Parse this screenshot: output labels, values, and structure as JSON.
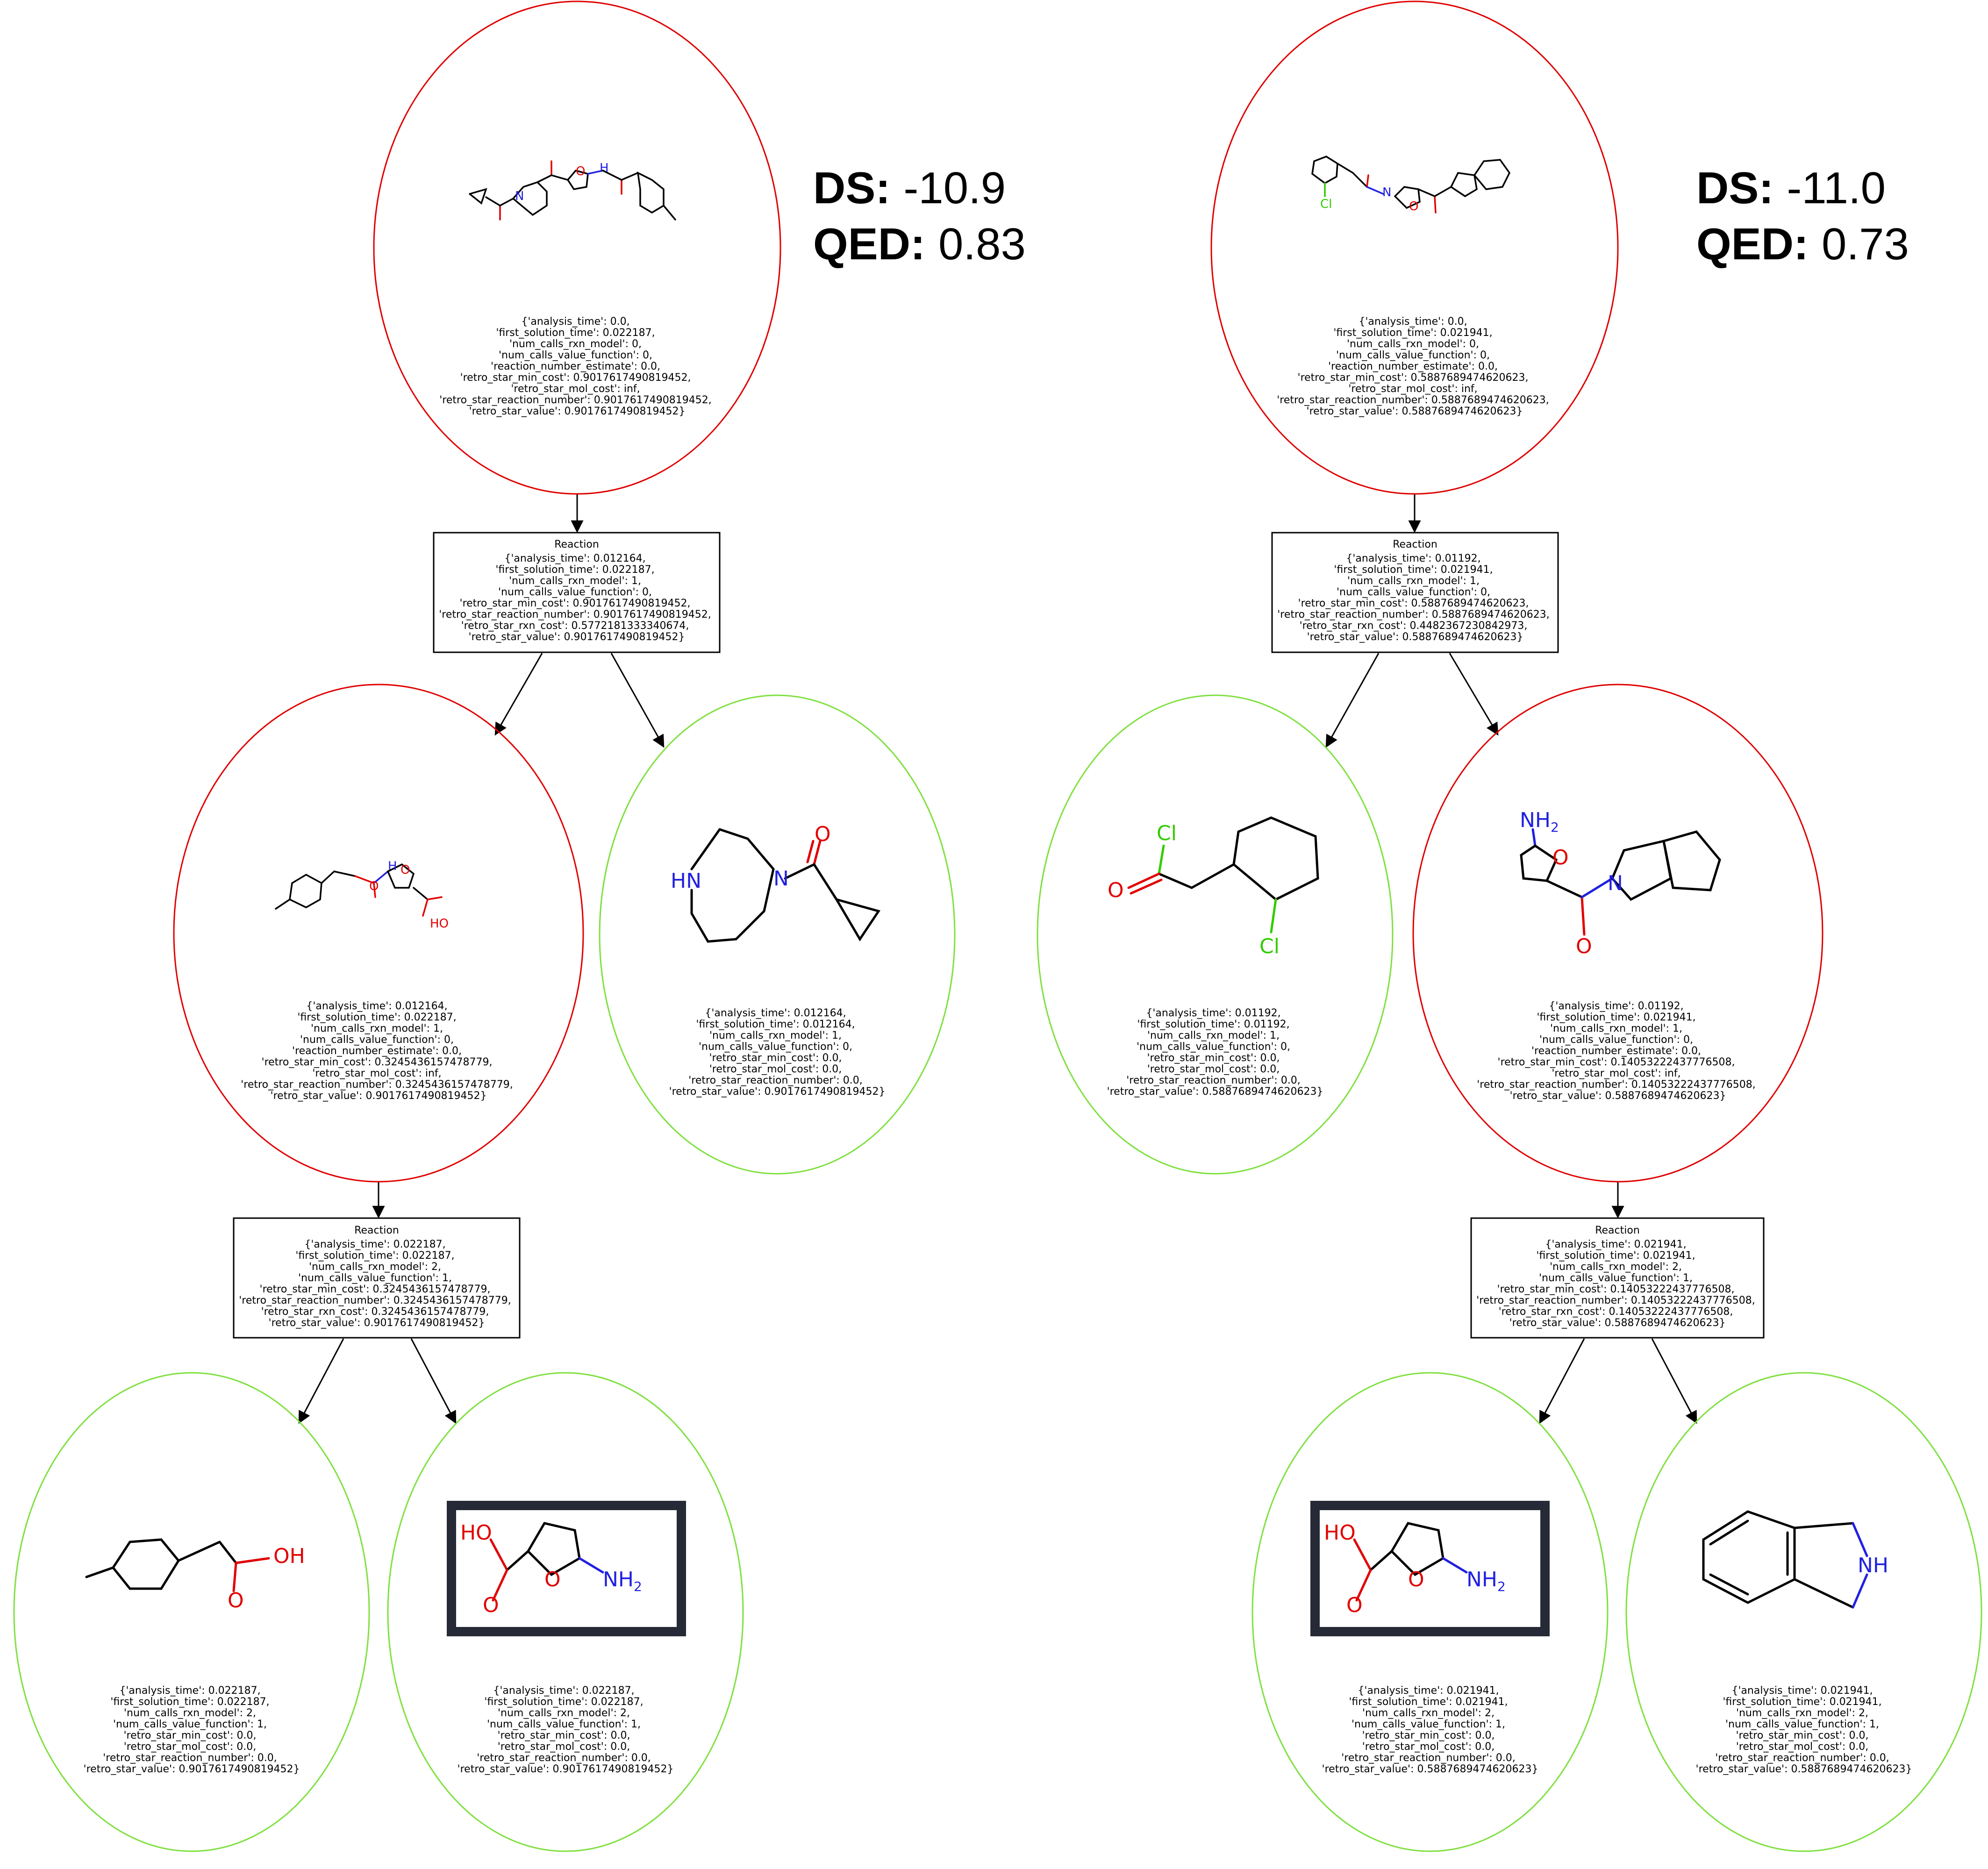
{
  "colors": {
    "intermediate_node_border": "#e00000",
    "purchasable_node_border": "#7fe040",
    "edge": "#000000",
    "highlight_box": "#252a36",
    "oxygen": "#e10000",
    "nitrogen": "#2020e0",
    "chlorine": "#33cc00"
  },
  "scores": {
    "left": {
      "ds_label": "DS:",
      "ds_value": "-10.9",
      "qed_label": "QED:",
      "qed_value": "0.83"
    },
    "right": {
      "ds_label": "DS:",
      "ds_value": "-11.0",
      "qed_label": "QED:",
      "qed_value": "0.73"
    }
  },
  "trees": {
    "left": {
      "root": {
        "molecule_icon": "target-molecule-a-structure",
        "info": [
          "{'analysis_time': 0.0,",
          "'first_solution_time': 0.022187,",
          "'num_calls_rxn_model': 0,",
          "'num_calls_value_function': 0,",
          "'reaction_number_estimate': 0.0,",
          "'retro_star_min_cost': 0.9017617490819452,",
          "'retro_star_mol_cost': inf,",
          "'retro_star_reaction_number': 0.9017617490819452,",
          "'retro_star_value': 0.9017617490819452}"
        ]
      },
      "reaction1": {
        "title": "Reaction",
        "info": [
          "{'analysis_time': 0.012164,",
          "'first_solution_time': 0.022187,",
          "'num_calls_rxn_model': 1,",
          "'num_calls_value_function': 0,",
          "'retro_star_min_cost': 0.9017617490819452,",
          "'retro_star_reaction_number': 0.9017617490819452,",
          "'retro_star_rxn_cost': 0.5772181333340674,",
          "'retro_star_value': 0.9017617490819452}"
        ]
      },
      "mol_a": {
        "molecule_icon": "amide-furan-carboxylic-acid-structure",
        "info": [
          "{'analysis_time': 0.012164,",
          "'first_solution_time': 0.022187,",
          "'num_calls_rxn_model': 1,",
          "'num_calls_value_function': 0,",
          "'reaction_number_estimate': 0.0,",
          "'retro_star_min_cost': 0.3245436157478779,",
          "'retro_star_mol_cost': inf,",
          "'retro_star_reaction_number': 0.3245436157478779,",
          "'retro_star_value': 0.9017617490819452}"
        ]
      },
      "mol_b": {
        "molecule_icon": "cyclopropyl-diazepane-ketone-structure",
        "atoms": {
          "nh": "HN",
          "n": "N",
          "o": "O"
        },
        "info": [
          "{'analysis_time': 0.012164,",
          "'first_solution_time': 0.012164,",
          "'num_calls_rxn_model': 1,",
          "'num_calls_value_function': 0,",
          "'retro_star_min_cost': 0.0,",
          "'retro_star_mol_cost': 0.0,",
          "'retro_star_reaction_number': 0.0,",
          "'retro_star_value': 0.9017617490819452}"
        ]
      },
      "reaction2": {
        "title": "Reaction",
        "info": [
          "{'analysis_time': 0.022187,",
          "'first_solution_time': 0.022187,",
          "'num_calls_rxn_model': 2,",
          "'num_calls_value_function': 1,",
          "'retro_star_min_cost': 0.3245436157478779,",
          "'retro_star_reaction_number': 0.3245436157478779,",
          "'retro_star_rxn_cost': 0.3245436157478779,",
          "'retro_star_value': 0.9017617490819452}"
        ]
      },
      "leaf_a": {
        "molecule_icon": "p-tolylacetic-acid-structure",
        "atoms": {
          "oh": "OH",
          "o": "O"
        },
        "info": [
          "{'analysis_time': 0.022187,",
          "'first_solution_time': 0.022187,",
          "'num_calls_rxn_model': 2,",
          "'num_calls_value_function': 1,",
          "'retro_star_min_cost': 0.0,",
          "'retro_star_mol_cost': 0.0,",
          "'retro_star_reaction_number': 0.0,",
          "'retro_star_value': 0.9017617490819452}"
        ]
      },
      "leaf_b": {
        "molecule_icon": "aminofuran-carboxylic-acid-structure",
        "atoms": {
          "ho": "HO",
          "o": "O",
          "o_ring": "O",
          "nh": "NH",
          "sub": "2"
        },
        "info": [
          "{'analysis_time': 0.022187,",
          "'first_solution_time': 0.022187,",
          "'num_calls_rxn_model': 2,",
          "'num_calls_value_function': 1,",
          "'retro_star_min_cost': 0.0,",
          "'retro_star_mol_cost': 0.0,",
          "'retro_star_reaction_number': 0.0,",
          "'retro_star_value': 0.9017617490819452}"
        ]
      }
    },
    "right": {
      "root": {
        "molecule_icon": "target-molecule-b-structure",
        "info": [
          "{'analysis_time': 0.0,",
          "'first_solution_time': 0.021941,",
          "'num_calls_rxn_model': 0,",
          "'num_calls_value_function': 0,",
          "'reaction_number_estimate': 0.0,",
          "'retro_star_min_cost': 0.5887689474620623,",
          "'retro_star_mol_cost': inf,",
          "'retro_star_reaction_number': 0.5887689474620623,",
          "'retro_star_value': 0.5887689474620623}"
        ]
      },
      "reaction1": {
        "title": "Reaction",
        "info": [
          "{'analysis_time': 0.01192,",
          "'first_solution_time': 0.021941,",
          "'num_calls_rxn_model': 1,",
          "'num_calls_value_function': 0,",
          "'retro_star_min_cost': 0.5887689474620623,",
          "'retro_star_reaction_number': 0.5887689474620623,",
          "'retro_star_rxn_cost': 0.4482367230842973,",
          "'retro_star_value': 0.5887689474620623}"
        ]
      },
      "mol_a": {
        "molecule_icon": "chlorophenylacetyl-chloride-structure",
        "atoms": {
          "cl_top": "Cl",
          "o": "O",
          "cl_ring": "Cl"
        },
        "info": [
          "{'analysis_time': 0.01192,",
          "'first_solution_time': 0.01192,",
          "'num_calls_rxn_model': 1,",
          "'num_calls_value_function': 0,",
          "'retro_star_min_cost': 0.0,",
          "'retro_star_mol_cost': 0.0,",
          "'retro_star_reaction_number': 0.0,",
          "'retro_star_value': 0.5887689474620623}"
        ]
      },
      "mol_b": {
        "molecule_icon": "aminofuranoyl-isoindoline-structure",
        "atoms": {
          "nh": "NH",
          "sub": "2",
          "o_ring": "O",
          "n": "N",
          "o": "O"
        },
        "info": [
          "{'analysis_time': 0.01192,",
          "'first_solution_time': 0.021941,",
          "'num_calls_rxn_model': 1,",
          "'num_calls_value_function': 0,",
          "'reaction_number_estimate': 0.0,",
          "'retro_star_min_cost': 0.14053222437776508,",
          "'retro_star_mol_cost': inf,",
          "'retro_star_reaction_number': 0.14053222437776508,",
          "'retro_star_value': 0.5887689474620623}"
        ]
      },
      "reaction2": {
        "title": "Reaction",
        "info": [
          "{'analysis_time': 0.021941,",
          "'first_solution_time': 0.021941,",
          "'num_calls_rxn_model': 2,",
          "'num_calls_value_function': 1,",
          "'retro_star_min_cost': 0.14053222437776508,",
          "'retro_star_reaction_number': 0.14053222437776508,",
          "'retro_star_rxn_cost': 0.14053222437776508,",
          "'retro_star_value': 0.5887689474620623}"
        ]
      },
      "leaf_a": {
        "molecule_icon": "aminofuran-carboxylic-acid-structure",
        "atoms": {
          "ho": "HO",
          "o": "O",
          "o_ring": "O",
          "nh": "NH",
          "sub": "2"
        },
        "info": [
          "{'analysis_time': 0.021941,",
          "'first_solution_time': 0.021941,",
          "'num_calls_rxn_model': 2,",
          "'num_calls_value_function': 1,",
          "'retro_star_min_cost': 0.0,",
          "'retro_star_mol_cost': 0.0,",
          "'retro_star_reaction_number': 0.0,",
          "'retro_star_value': 0.5887689474620623}"
        ]
      },
      "leaf_b": {
        "molecule_icon": "isoindoline-structure",
        "atoms": {
          "nh": "NH"
        },
        "info": [
          "{'analysis_time': 0.021941,",
          "'first_solution_time': 0.021941,",
          "'num_calls_rxn_model': 2,",
          "'num_calls_value_function': 1,",
          "'retro_star_min_cost': 0.0,",
          "'retro_star_mol_cost': 0.0,",
          "'retro_star_reaction_number': 0.0,",
          "'retro_star_value': 0.5887689474620623}"
        ]
      }
    }
  }
}
